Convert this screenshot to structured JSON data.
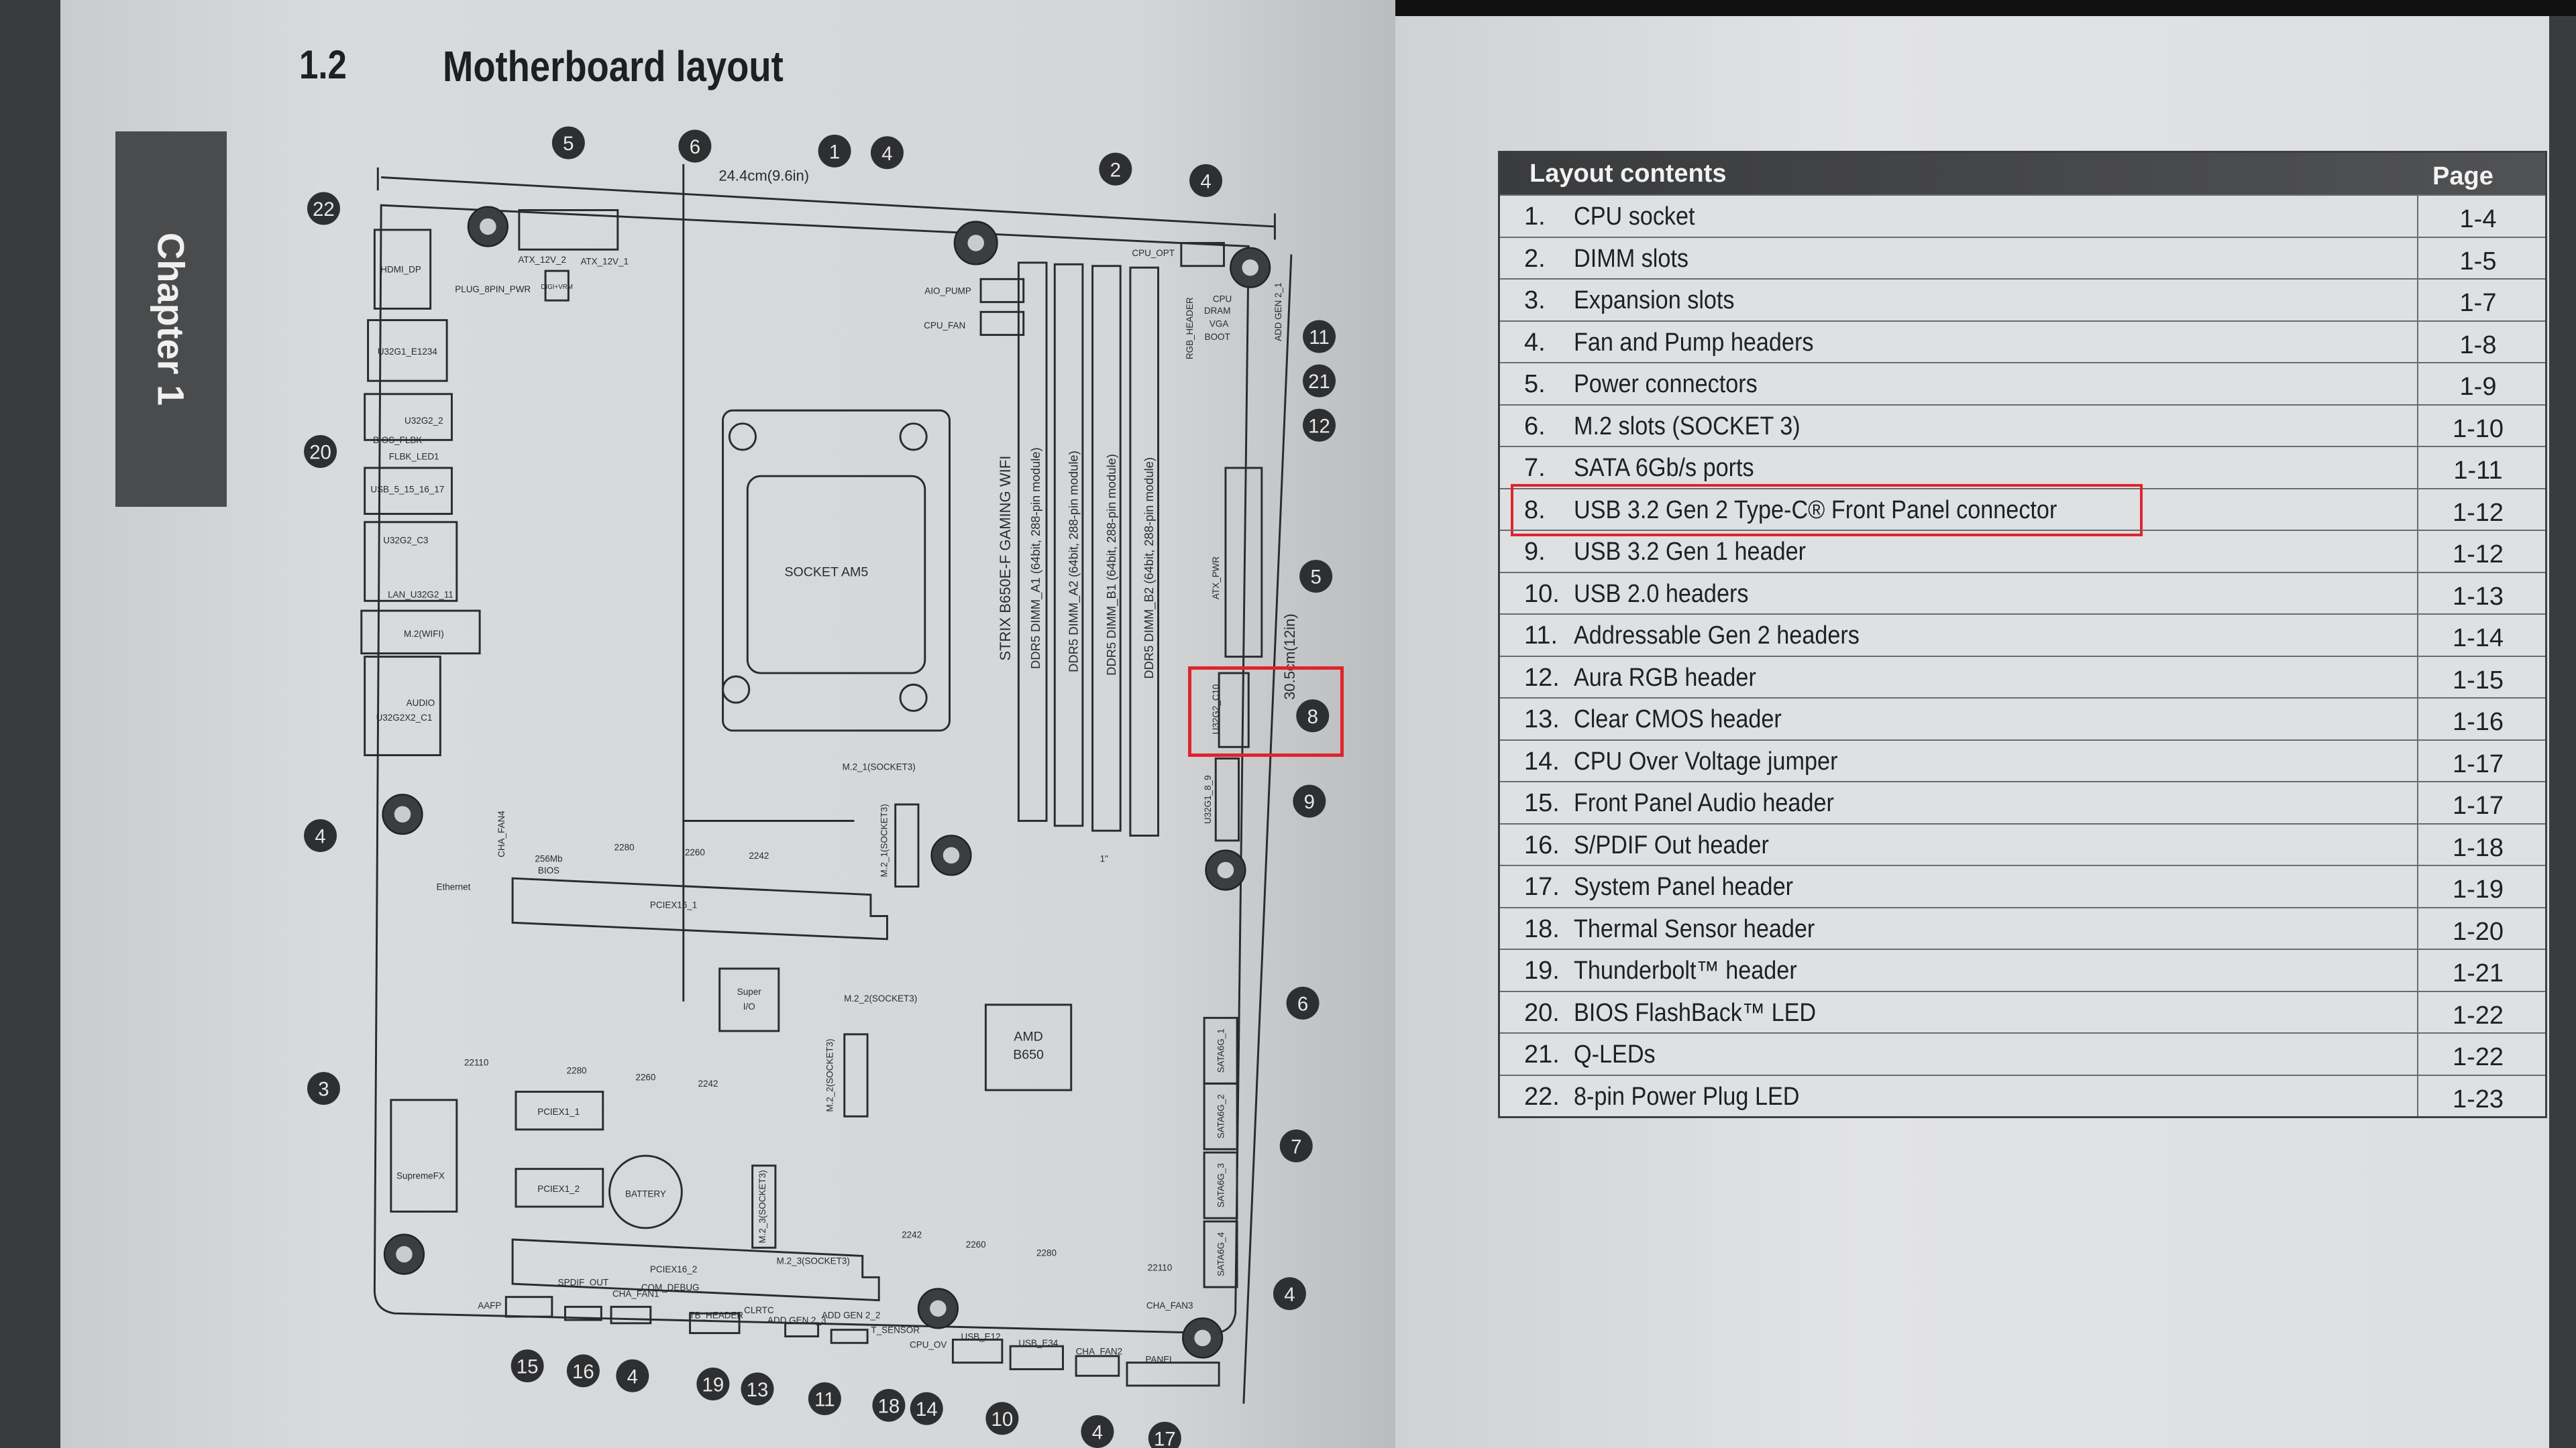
{
  "section": {
    "number": "1.2",
    "title": "Motherboard layout",
    "chapter_tab": "Chapter 1"
  },
  "table": {
    "title": "Layout contents",
    "page_header": "Page",
    "highlighted_row": 8,
    "rows": [
      {
        "num": "1.",
        "label": "CPU socket",
        "page": "1-4"
      },
      {
        "num": "2.",
        "label": "DIMM slots",
        "page": "1-5"
      },
      {
        "num": "3.",
        "label": "Expansion slots",
        "page": "1-7"
      },
      {
        "num": "4.",
        "label": "Fan and Pump headers",
        "page": "1-8"
      },
      {
        "num": "5.",
        "label": "Power connectors",
        "page": "1-9"
      },
      {
        "num": "6.",
        "label": "M.2 slots (SOCKET 3)",
        "page": "1-10"
      },
      {
        "num": "7.",
        "label": "SATA 6Gb/s ports",
        "page": "1-11"
      },
      {
        "num": "8.",
        "label": "USB 3.2 Gen 2 Type-C® Front Panel connector",
        "page": "1-12"
      },
      {
        "num": "9.",
        "label": "USB 3.2 Gen 1 header",
        "page": "1-12"
      },
      {
        "num": "10.",
        "label": "USB 2.0 headers",
        "page": "1-13"
      },
      {
        "num": "11.",
        "label": "Addressable Gen 2 headers",
        "page": "1-14"
      },
      {
        "num": "12.",
        "label": "Aura RGB header",
        "page": "1-15"
      },
      {
        "num": "13.",
        "label": "Clear CMOS header",
        "page": "1-16"
      },
      {
        "num": "14.",
        "label": "CPU Over Voltage jumper",
        "page": "1-17"
      },
      {
        "num": "15.",
        "label": "Front Panel Audio header",
        "page": "1-17"
      },
      {
        "num": "16.",
        "label": "S/PDIF Out header",
        "page": "1-18"
      },
      {
        "num": "17.",
        "label": "System Panel header",
        "page": "1-19"
      },
      {
        "num": "18.",
        "label": "Thermal Sensor header",
        "page": "1-20"
      },
      {
        "num": "19.",
        "label": "Thunderbolt™ header",
        "page": "1-21"
      },
      {
        "num": "20.",
        "label": "BIOS FlashBack™ LED",
        "page": "1-22"
      },
      {
        "num": "21.",
        "label": "Q-LEDs",
        "page": "1-22"
      },
      {
        "num": "22.",
        "label": "8-pin Power Plug LED",
        "page": "1-23"
      }
    ]
  },
  "board": {
    "callouts": [
      "5",
      "6",
      "1",
      "4",
      "2",
      "4",
      "22",
      "11",
      "21",
      "12",
      "20",
      "5",
      "8",
      "9",
      "4",
      "6",
      "3",
      "7",
      "4",
      "15",
      "16",
      "4",
      "19",
      "13",
      "11",
      "18",
      "14",
      "10",
      "4",
      "17"
    ],
    "labels": [
      "24.4cm(9.6in)",
      "30.5cm(12in)",
      "HDMI_DP",
      "PLUG_8PIN_PWR",
      "ATX_12V_2",
      "ATX_12V_1",
      "DIGI+VRM",
      "U32G1_E1234",
      "U32G2_2",
      "BIOS_FLBK",
      "FLBK_LED1",
      "USB_5_15_16_17",
      "U32G2_C3",
      "LAN_U32G2_11",
      "M.2(WIFI)",
      "AUDIO",
      "U32G2X2_C1",
      "SOCKET AM5",
      "AIO_PUMP",
      "CPU_FAN",
      "CPU_OPT",
      "RGB_HEADER",
      "CPU",
      "DRAM",
      "VGA",
      "BOOT",
      "ADD GEN 2_1",
      "STRIX B650E-F GAMING WIFI",
      "DDR5 DIMM_A1 (64bit, 288-pin module)",
      "DDR5 DIMM_A2 (64bit, 288-pin module)",
      "DDR5 DIMM_B1 (64bit, 288-pin module)",
      "DDR5 DIMM_B2 (64bit, 288-pin module)",
      "ATX_PWR",
      "U32G2_C10",
      "U32G1_8_9",
      "M.2_1(SOCKET3)",
      "M.2_1(SOCKET3)",
      "2280",
      "2260",
      "2242",
      "CHA_FAN4",
      "256Mb",
      "BIOS",
      "Ethernet",
      "PCIEX16_1",
      "Super",
      "I/O",
      "M.2_2(SOCKET3)",
      "AMD",
      "B650",
      "22110",
      "2280",
      "2260",
      "2242",
      "M.2_2(SOCKET3)",
      "PCIEX1_1",
      "SupremeFX",
      "PCIEX1_2",
      "BATTERY",
      "M.2_3(SOCKET3)",
      "M.2_3(SOCKET3)",
      "PCIEX16_2",
      "2242",
      "2260",
      "2280",
      "22110",
      "SATA6G_1",
      "SATA6G_2",
      "SATA6G_3",
      "SATA6G_4",
      "CHA_FAN3",
      "AAFP",
      "SPDIF_OUT",
      "CHA_FAN1",
      "COM_DEBUG",
      "TB_HEADER",
      "CLRTC",
      "ADD GEN 2_3",
      "ADD GEN 2_2",
      "T_SENSOR",
      "CPU_OV",
      "USB_E12",
      "USB_E34",
      "CHA_FAN2",
      "PANEL",
      "1\""
    ]
  },
  "colors": {
    "highlight": "#e0242c",
    "table_header": "#3a3b3d",
    "chapter_tab": "#4a4b4d"
  }
}
